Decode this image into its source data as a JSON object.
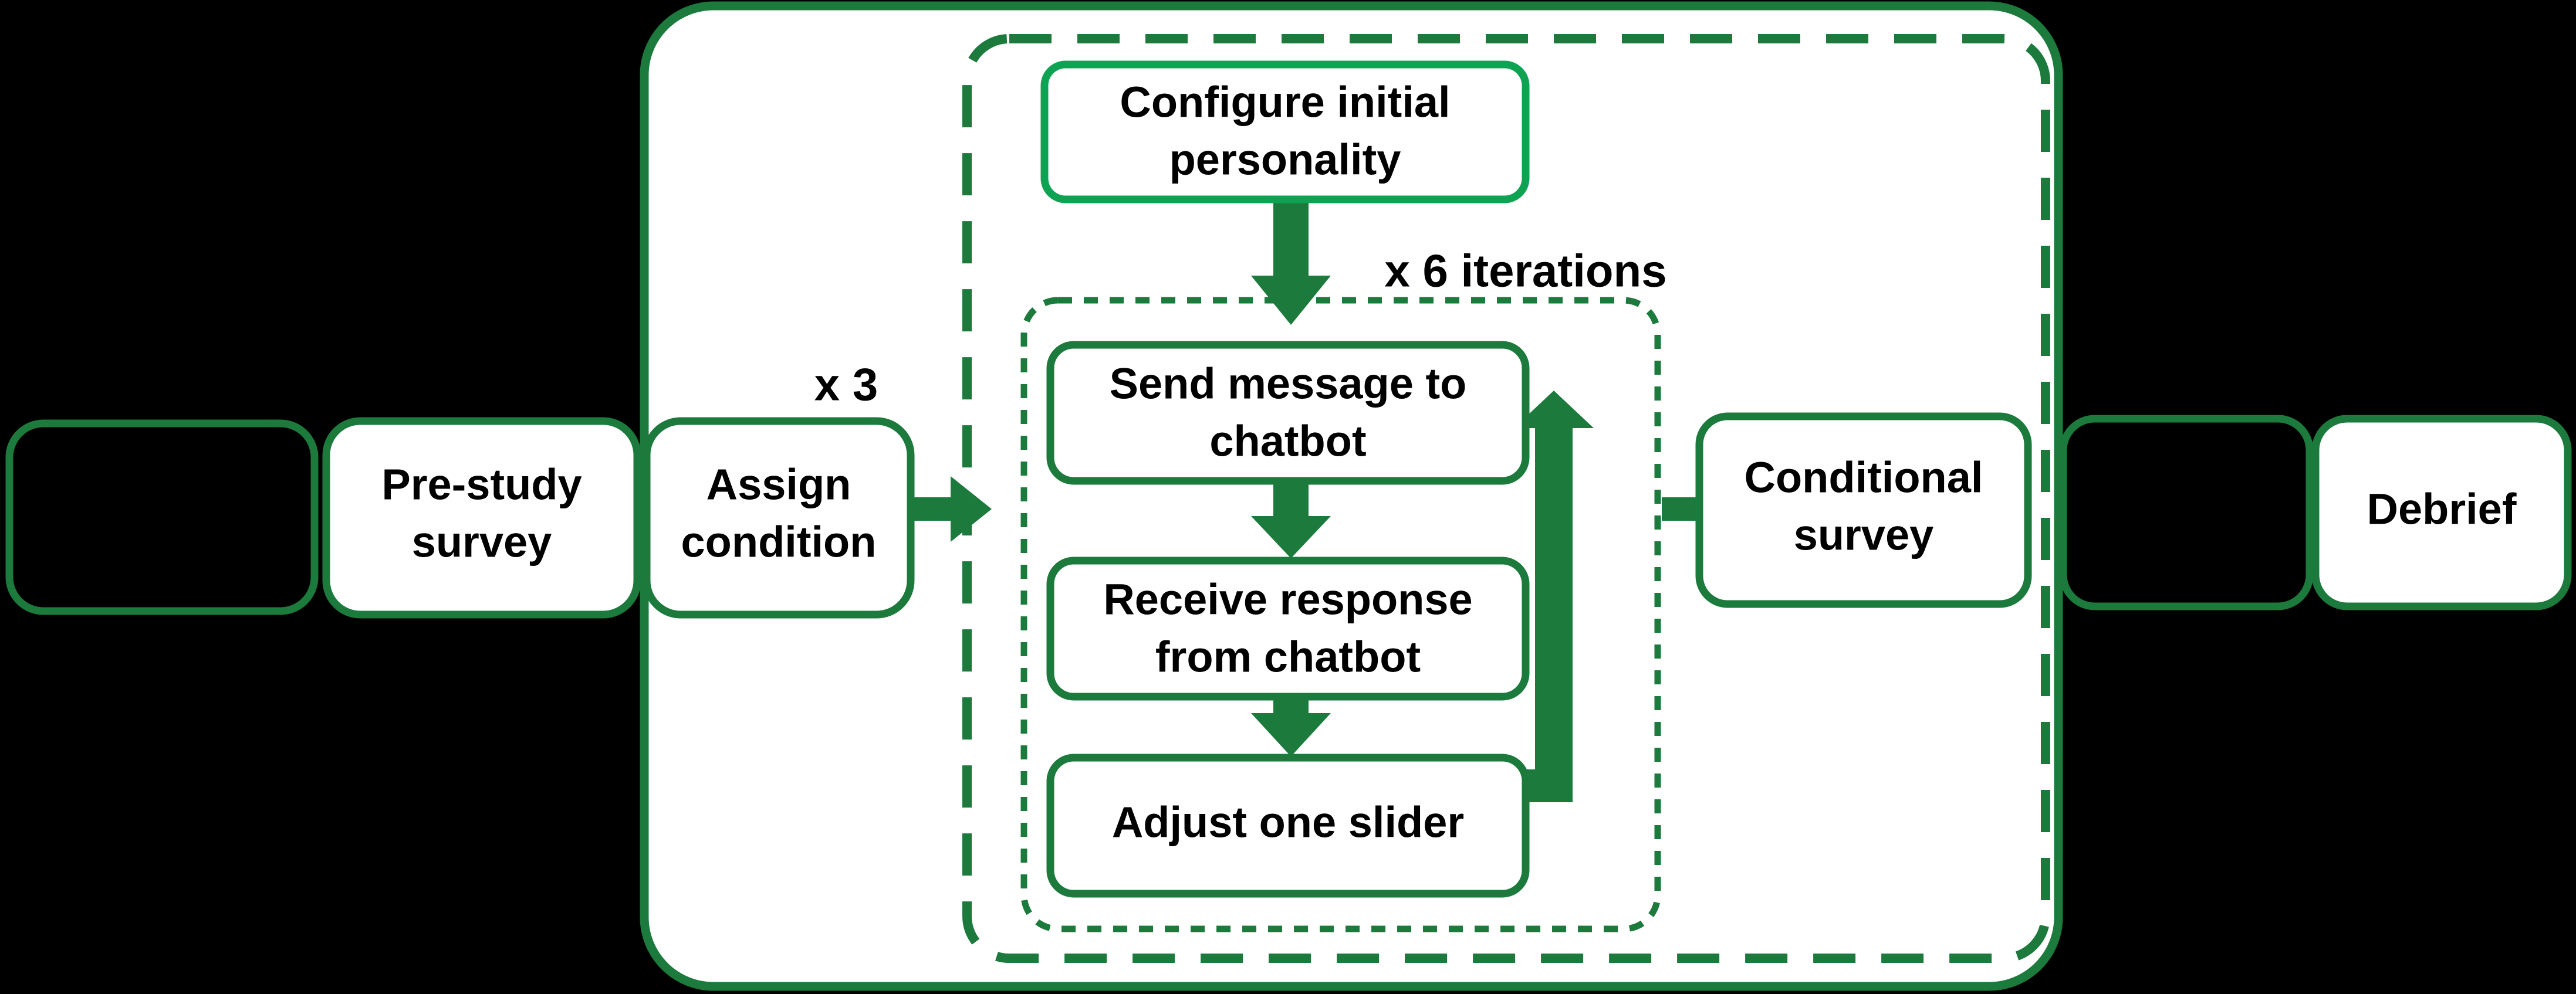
{
  "diagram": {
    "title": "Study procedure flowchart",
    "background_color": "#000000",
    "colors": {
      "dark_green": "#1B7A3C",
      "bright_green": "#0DA352",
      "arrow_green": "#1B7A3C",
      "node_fill": "#FFFFFF",
      "empty_fill": "#000000",
      "text": "#000000"
    },
    "nodes": [
      {
        "id": "empty-left",
        "label": "",
        "line1": "",
        "line2": "",
        "fill": "#000000",
        "stroke": "#1B7A3C"
      },
      {
        "id": "pre-study-survey",
        "label": "Pre-study survey",
        "line1": "Pre-study",
        "line2": "survey",
        "fill": "#FFFFFF",
        "stroke": "#1B7A3C"
      },
      {
        "id": "assign-condition",
        "label": "Assign condition",
        "line1": "Assign",
        "line2": "condition",
        "fill": "#FFFFFF",
        "stroke": "#1B7A3C"
      },
      {
        "id": "configure-initial-personality",
        "label": "Configure initial personality",
        "line1": "Configure initial",
        "line2": "personality",
        "fill": "#FFFFFF",
        "stroke": "#0DA352"
      },
      {
        "id": "send-message-to-chatbot",
        "label": "Send message to chatbot",
        "line1": "Send message to",
        "line2": "chatbot",
        "fill": "#FFFFFF",
        "stroke": "#1B7A3C"
      },
      {
        "id": "receive-response-from-chatbot",
        "label": "Receive response from chatbot",
        "line1": "Receive response",
        "line2": "from chatbot",
        "fill": "#FFFFFF",
        "stroke": "#1B7A3C"
      },
      {
        "id": "adjust-one-slider",
        "label": "Adjust one slider",
        "line1": "Adjust one slider",
        "line2": "",
        "fill": "#FFFFFF",
        "stroke": "#1B7A3C"
      },
      {
        "id": "conditional-survey",
        "label": "Conditional survey",
        "line1": "Conditional",
        "line2": "survey",
        "fill": "#FFFFFF",
        "stroke": "#1B7A3C"
      },
      {
        "id": "empty-right",
        "label": "",
        "line1": "",
        "line2": "",
        "fill": "#000000",
        "stroke": "#1B7A3C"
      },
      {
        "id": "debrief",
        "label": "Debrief",
        "line1": "Debrief",
        "line2": "",
        "fill": "#FFFFFF",
        "stroke": "#1B7A3C"
      }
    ],
    "annotations": {
      "outer_repeat": "x 3",
      "inner_repeat": "x 6 iterations"
    },
    "containers": [
      {
        "id": "outer-session-container",
        "style": "solid",
        "fill": "#FFFFFF",
        "stroke": "#1B7A3C"
      },
      {
        "id": "condition-repeat-container",
        "style": "dashed",
        "label": "x 3",
        "stroke": "#1B7A3C"
      },
      {
        "id": "iteration-repeat-container",
        "style": "dotted",
        "label": "x 6 iterations",
        "stroke": "#1B7A3C"
      }
    ],
    "edges": [
      {
        "id": "assign-to-loop",
        "from": "assign-condition",
        "to": "condition-repeat-container",
        "direction": "right"
      },
      {
        "id": "configure-to-send",
        "from": "configure-initial-personality",
        "to": "send-message-to-chatbot",
        "direction": "down"
      },
      {
        "id": "send-to-receive",
        "from": "send-message-to-chatbot",
        "to": "receive-response-from-chatbot",
        "direction": "down"
      },
      {
        "id": "receive-to-adjust",
        "from": "receive-response-from-chatbot",
        "to": "adjust-one-slider",
        "direction": "down"
      },
      {
        "id": "adjust-back-to-send",
        "from": "adjust-one-slider",
        "to": "send-message-to-chatbot",
        "direction": "loop-up"
      },
      {
        "id": "loop-to-conditional-survey",
        "from": "condition-repeat-container",
        "to": "conditional-survey",
        "direction": "right"
      }
    ]
  }
}
